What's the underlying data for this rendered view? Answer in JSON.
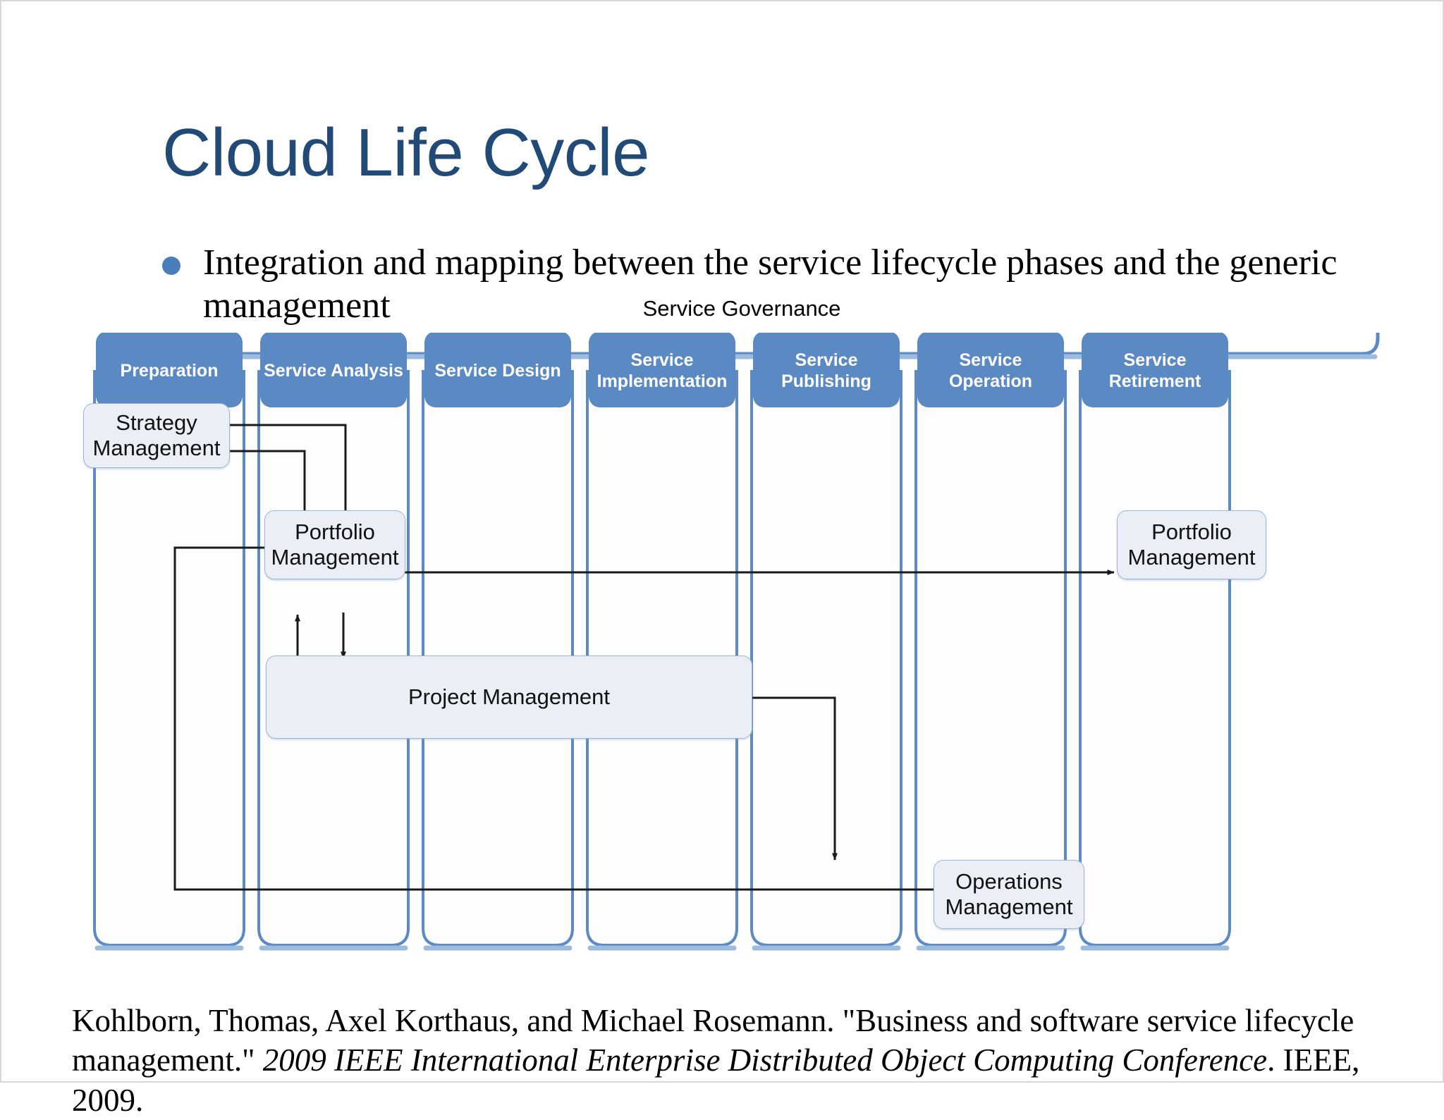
{
  "slide": {
    "title": "Cloud Life Cycle",
    "bullet": "Integration and mapping between the service lifecycle phases and the generic management",
    "citation_part1": "Kohlborn, Thomas, Axel Korthaus, and Michael Rosemann. \"Business and software service lifecycle management.\" ",
    "citation_italic": "2009 IEEE International Enterprise Distributed Object Computing Conference",
    "citation_part2": ". IEEE, 2009.",
    "accent_color": "#4a7ebb",
    "title_color": "#214a76"
  },
  "diagram": {
    "governance_label": "Service Governance",
    "lanes": [
      {
        "label": "Preparation"
      },
      {
        "label": "Service Analysis"
      },
      {
        "label": "Service Design"
      },
      {
        "label": "Service\nImplementation"
      },
      {
        "label": "Service\nPublishing"
      },
      {
        "label": "Service\nOperation"
      },
      {
        "label": "Service\nRetirement"
      }
    ],
    "boxes": [
      {
        "id": "strategy",
        "label": "Strategy\nManagement"
      },
      {
        "id": "portfolio-left",
        "label": "Portfolio\nManagement"
      },
      {
        "id": "portfolio-right",
        "label": "Portfolio\nManagement"
      },
      {
        "id": "project",
        "label": "Project Management"
      },
      {
        "id": "operations",
        "label": "Operations\nManagement"
      }
    ],
    "colors": {
      "lane_header": "#5b89c3",
      "lane_border": "#5b8ac5",
      "box_fill": "#eceef5",
      "box_border": "#9cb6d9",
      "connector": "#1a1a1a"
    }
  }
}
